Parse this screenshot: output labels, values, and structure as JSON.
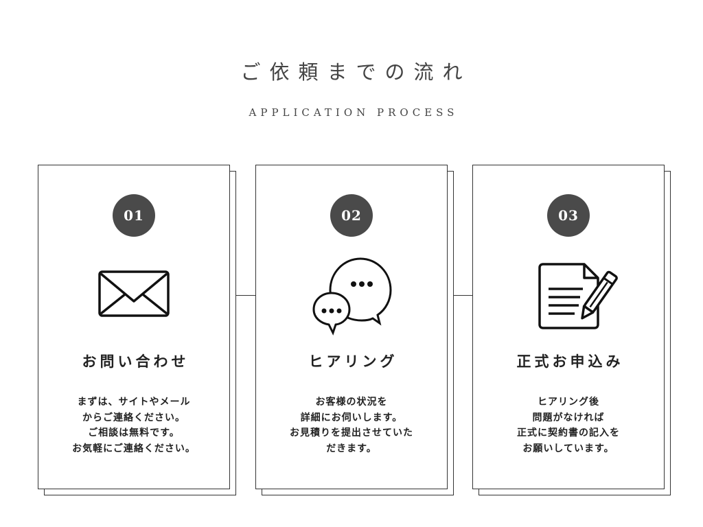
{
  "header": {
    "title": "ご依頼までの流れ",
    "subtitle": "APPLICATION PROCESS"
  },
  "steps": [
    {
      "number": "01",
      "icon": "envelope-icon",
      "title": "お問い合わせ",
      "lines": [
        "まずは、サイトやメール",
        "からご連絡ください。",
        "ご相談は無料です。",
        "お気軽にご連絡ください。"
      ]
    },
    {
      "number": "02",
      "icon": "chat-bubbles-icon",
      "title": "ヒアリング",
      "lines": [
        "お客様の状況を",
        "詳細にお伺いします。",
        "お見積りを提出させていた",
        "だきます。"
      ]
    },
    {
      "number": "03",
      "icon": "document-pen-icon",
      "title": "正式お申込み",
      "lines": [
        "ヒアリング後",
        "問題がなければ",
        "正式に契約書の記入を",
        "お願いしています。"
      ]
    }
  ]
}
